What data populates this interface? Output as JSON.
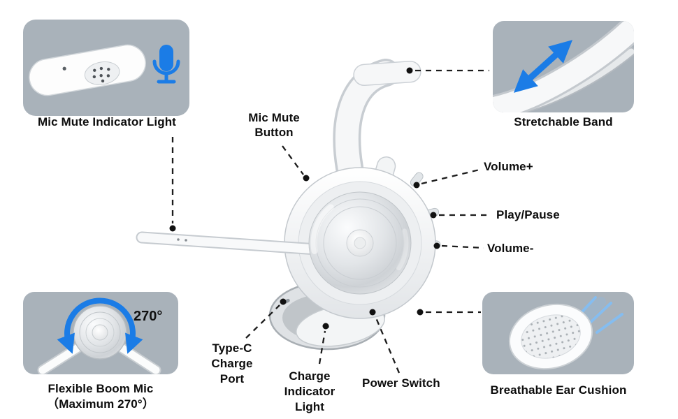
{
  "colors": {
    "background": "#ffffff",
    "inset_bg": "#a9b2ba",
    "accent_blue": "#1b7ce6",
    "text": "#0d0d0d",
    "connector": "#1c1c1c"
  },
  "insets": {
    "top_left": {
      "label": "Mic Mute Indicator Light",
      "icon": "microphone-icon"
    },
    "top_right": {
      "label": "Stretchable Band",
      "icon": "stretch-arrows-icon"
    },
    "bottom_left": {
      "label_line1": "Flexible Boom Mic",
      "label_line2": "（Maximum 270°）",
      "angle_text": "270°",
      "icon": "rotation-arc-icon"
    },
    "bottom_right": {
      "label": "Breathable Ear Cushion",
      "icon": "airflow-icon"
    }
  },
  "callouts": {
    "mic_mute_button_line1": "Mic Mute",
    "mic_mute_button_line2": "Button",
    "volume_plus": "Volume+",
    "play_pause": "Play/Pause",
    "volume_minus": "Volume-",
    "type_c_line1": "Type-C",
    "type_c_line2": "Charge",
    "type_c_line3": "Port",
    "charge_indicator_line1": "Charge",
    "charge_indicator_line2": "Indicator",
    "charge_indicator_line3": "Light",
    "power_switch": "Power Switch"
  }
}
